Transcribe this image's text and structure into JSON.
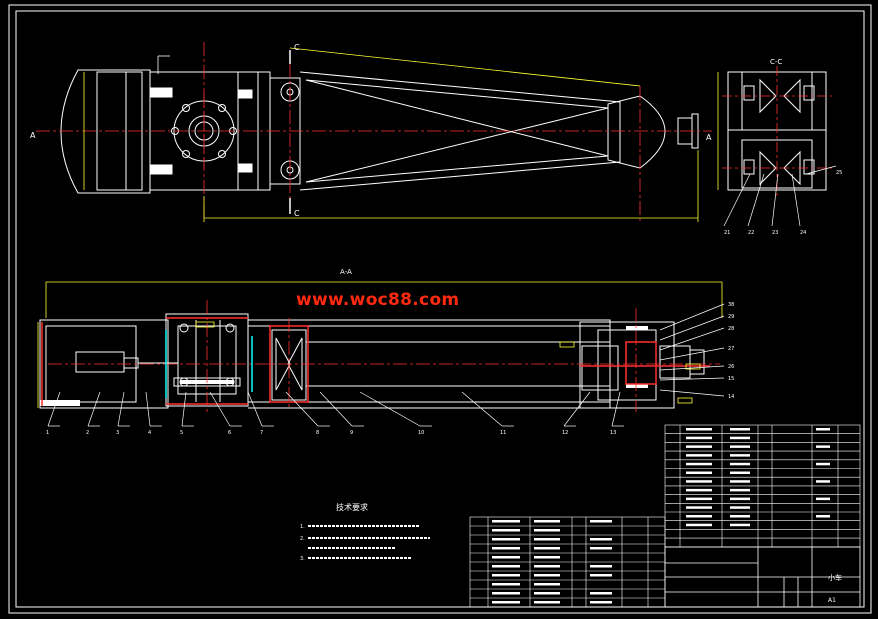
{
  "watermark": "www.woc88.com",
  "views": {
    "top_view": {
      "section_mark_left": "A",
      "section_mark_right": "A",
      "cut_top": "C",
      "cut_bottom": "C"
    },
    "side_view": {
      "label": "C-C"
    },
    "section_view": {
      "label": "A-A"
    }
  },
  "tech_requirements_title": "技术要求",
  "tech_requirements": [
    "1.",
    "2.",
    "",
    "3."
  ],
  "balloons_bottom": [
    "1",
    "2",
    "3",
    "4",
    "5",
    "6",
    "7",
    "8",
    "9",
    "10",
    "11",
    "12",
    "13"
  ],
  "balloons_right": [
    "38",
    "29",
    "28",
    "27",
    "26",
    "15",
    "14"
  ],
  "balloons_cc": [
    "21",
    "22",
    "23",
    "24",
    "25"
  ],
  "title_block": {
    "part_name": "小车",
    "drawing_no": "A1"
  },
  "colors": {
    "frame": "#ffffff",
    "centerline": "#ff3030",
    "dimension": "#ffff33",
    "parts": "#ffffff",
    "accent": "#00ffff",
    "watermark": "#ff2a10"
  }
}
